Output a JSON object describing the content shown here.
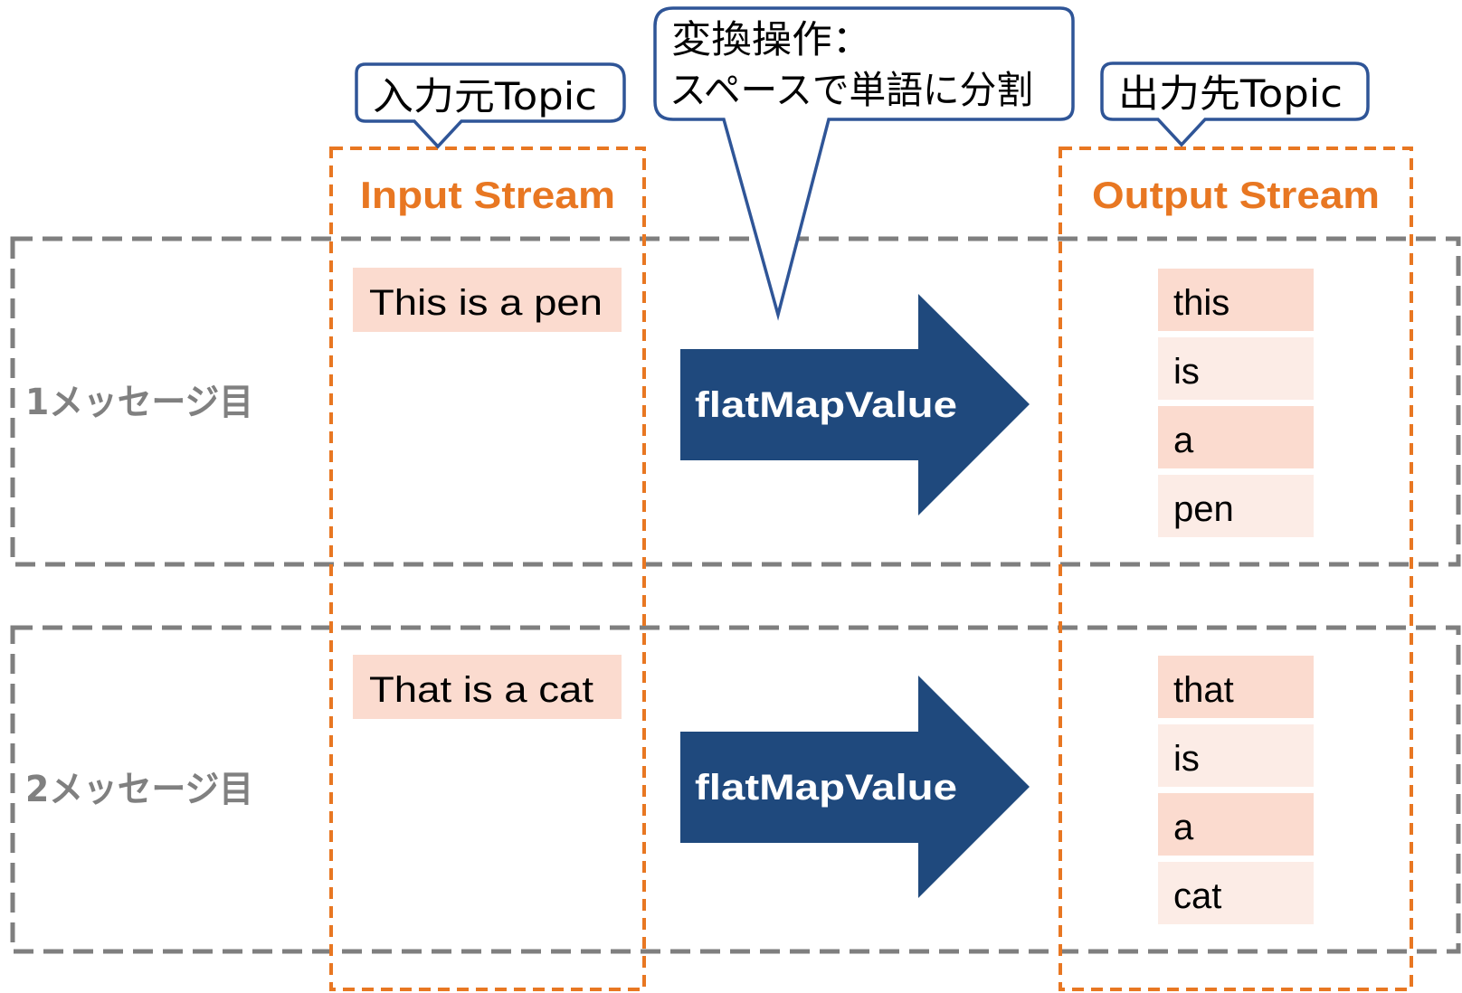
{
  "callouts": {
    "input_topic": "入力元Topic",
    "output_topic": "出力先Topic",
    "operation_line1": "変換操作：",
    "operation_line2": "スペースで単語に分割"
  },
  "streams": {
    "input_label": "Input Stream",
    "output_label": "Output Stream"
  },
  "messages": [
    {
      "label": "1メッセージ目",
      "input": "This is a pen",
      "operation": "flatMapValue",
      "outputs": [
        "this",
        "is",
        "a",
        "pen"
      ]
    },
    {
      "label": "2メッセージ目",
      "input": "That is a cat",
      "operation": "flatMapValue",
      "outputs": [
        "that",
        "is",
        "a",
        "cat"
      ]
    }
  ],
  "colors": {
    "stream_border": "#E87722",
    "stream_label": "#E87722",
    "group_border": "#7F7F7F",
    "group_label": "#808080",
    "callout_border": "#2F5597",
    "arrow_fill": "#1F497D",
    "arrow_text": "#FFFFFF",
    "record_dark": "#FBDBCF",
    "record_light": "#FCECE6",
    "text": "#000000"
  }
}
